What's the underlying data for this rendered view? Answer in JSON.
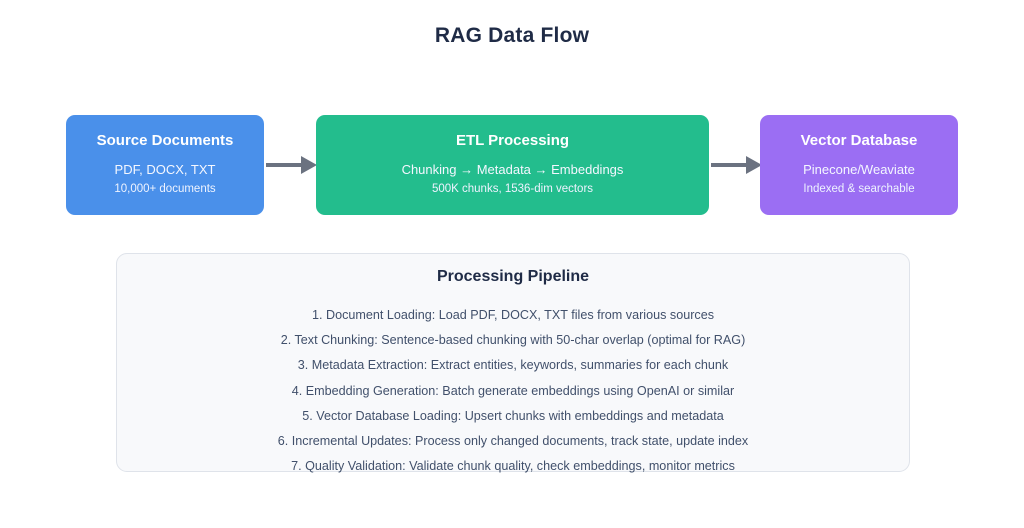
{
  "diagram": {
    "title": "RAG Data Flow",
    "colors": {
      "source": "#4a90ea",
      "etl": "#23bd8d",
      "vector": "#9b6ef3",
      "arrow": "#6b7280",
      "title_text": "#1f2b46",
      "panel_bg": "#f8f9fb",
      "panel_border": "#dfe3ea"
    },
    "nodes": [
      {
        "id": "source-documents",
        "title": "Source Documents",
        "sub1": "PDF, DOCX, TXT",
        "sub2": "10,000+ documents"
      },
      {
        "id": "etl-processing",
        "title": "ETL Processing",
        "sub1": "Chunking → Metadata → Embeddings",
        "sub2": "500K chunks, 1536-dim vectors"
      },
      {
        "id": "vector-database",
        "title": "Vector Database",
        "sub1": "Pinecone/Weaviate",
        "sub2": "Indexed & searchable"
      }
    ],
    "arrows": [
      {
        "id": "source-to-etl",
        "from": "source-documents",
        "to": "etl-processing"
      },
      {
        "id": "etl-to-vector",
        "from": "etl-processing",
        "to": "vector-database"
      }
    ],
    "panel": {
      "title": "Processing Pipeline",
      "steps": [
        "1. Document Loading: Load PDF, DOCX, TXT files from various sources",
        "2. Text Chunking: Sentence-based chunking with 50-char overlap (optimal for RAG)",
        "3. Metadata Extraction: Extract entities, keywords, summaries for each chunk",
        "4. Embedding Generation: Batch generate embeddings using OpenAI or similar",
        "5. Vector Database Loading: Upsert chunks with embeddings and metadata",
        "6. Incremental Updates: Process only changed documents, track state, update index",
        "7. Quality Validation: Validate chunk quality, check embeddings, monitor metrics"
      ]
    }
  }
}
